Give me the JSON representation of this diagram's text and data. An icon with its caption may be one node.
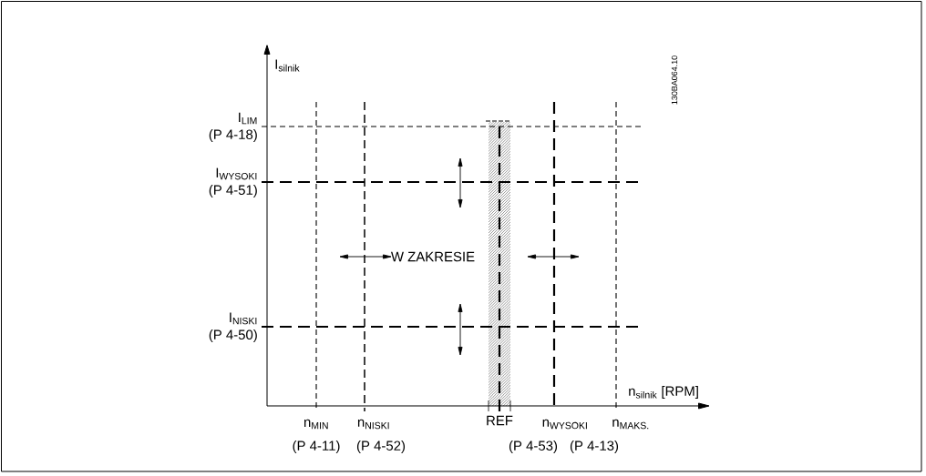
{
  "diagram": {
    "labels": [
      "I$_{silnik}$",
      "130BA064.10",
      "I$_{LIM}$",
      "(P 4-18)",
      "I$_{WYSOKI}$",
      "(P 4-51)",
      "W ZAKRESIE",
      "I$_{NISKI}$",
      "(P 4-50)",
      "n$_{silnik}$ [RPM]",
      "n$_{MIN}$",
      "n$_{NISKI}$",
      "REF",
      "n$_{WYSOKI}$",
      "n$_{MAKS.}$",
      "(P 4-11)",
      "(P 4-52)",
      "(P 4-53)",
      "(P 4-13)"
    ]
  }
}
